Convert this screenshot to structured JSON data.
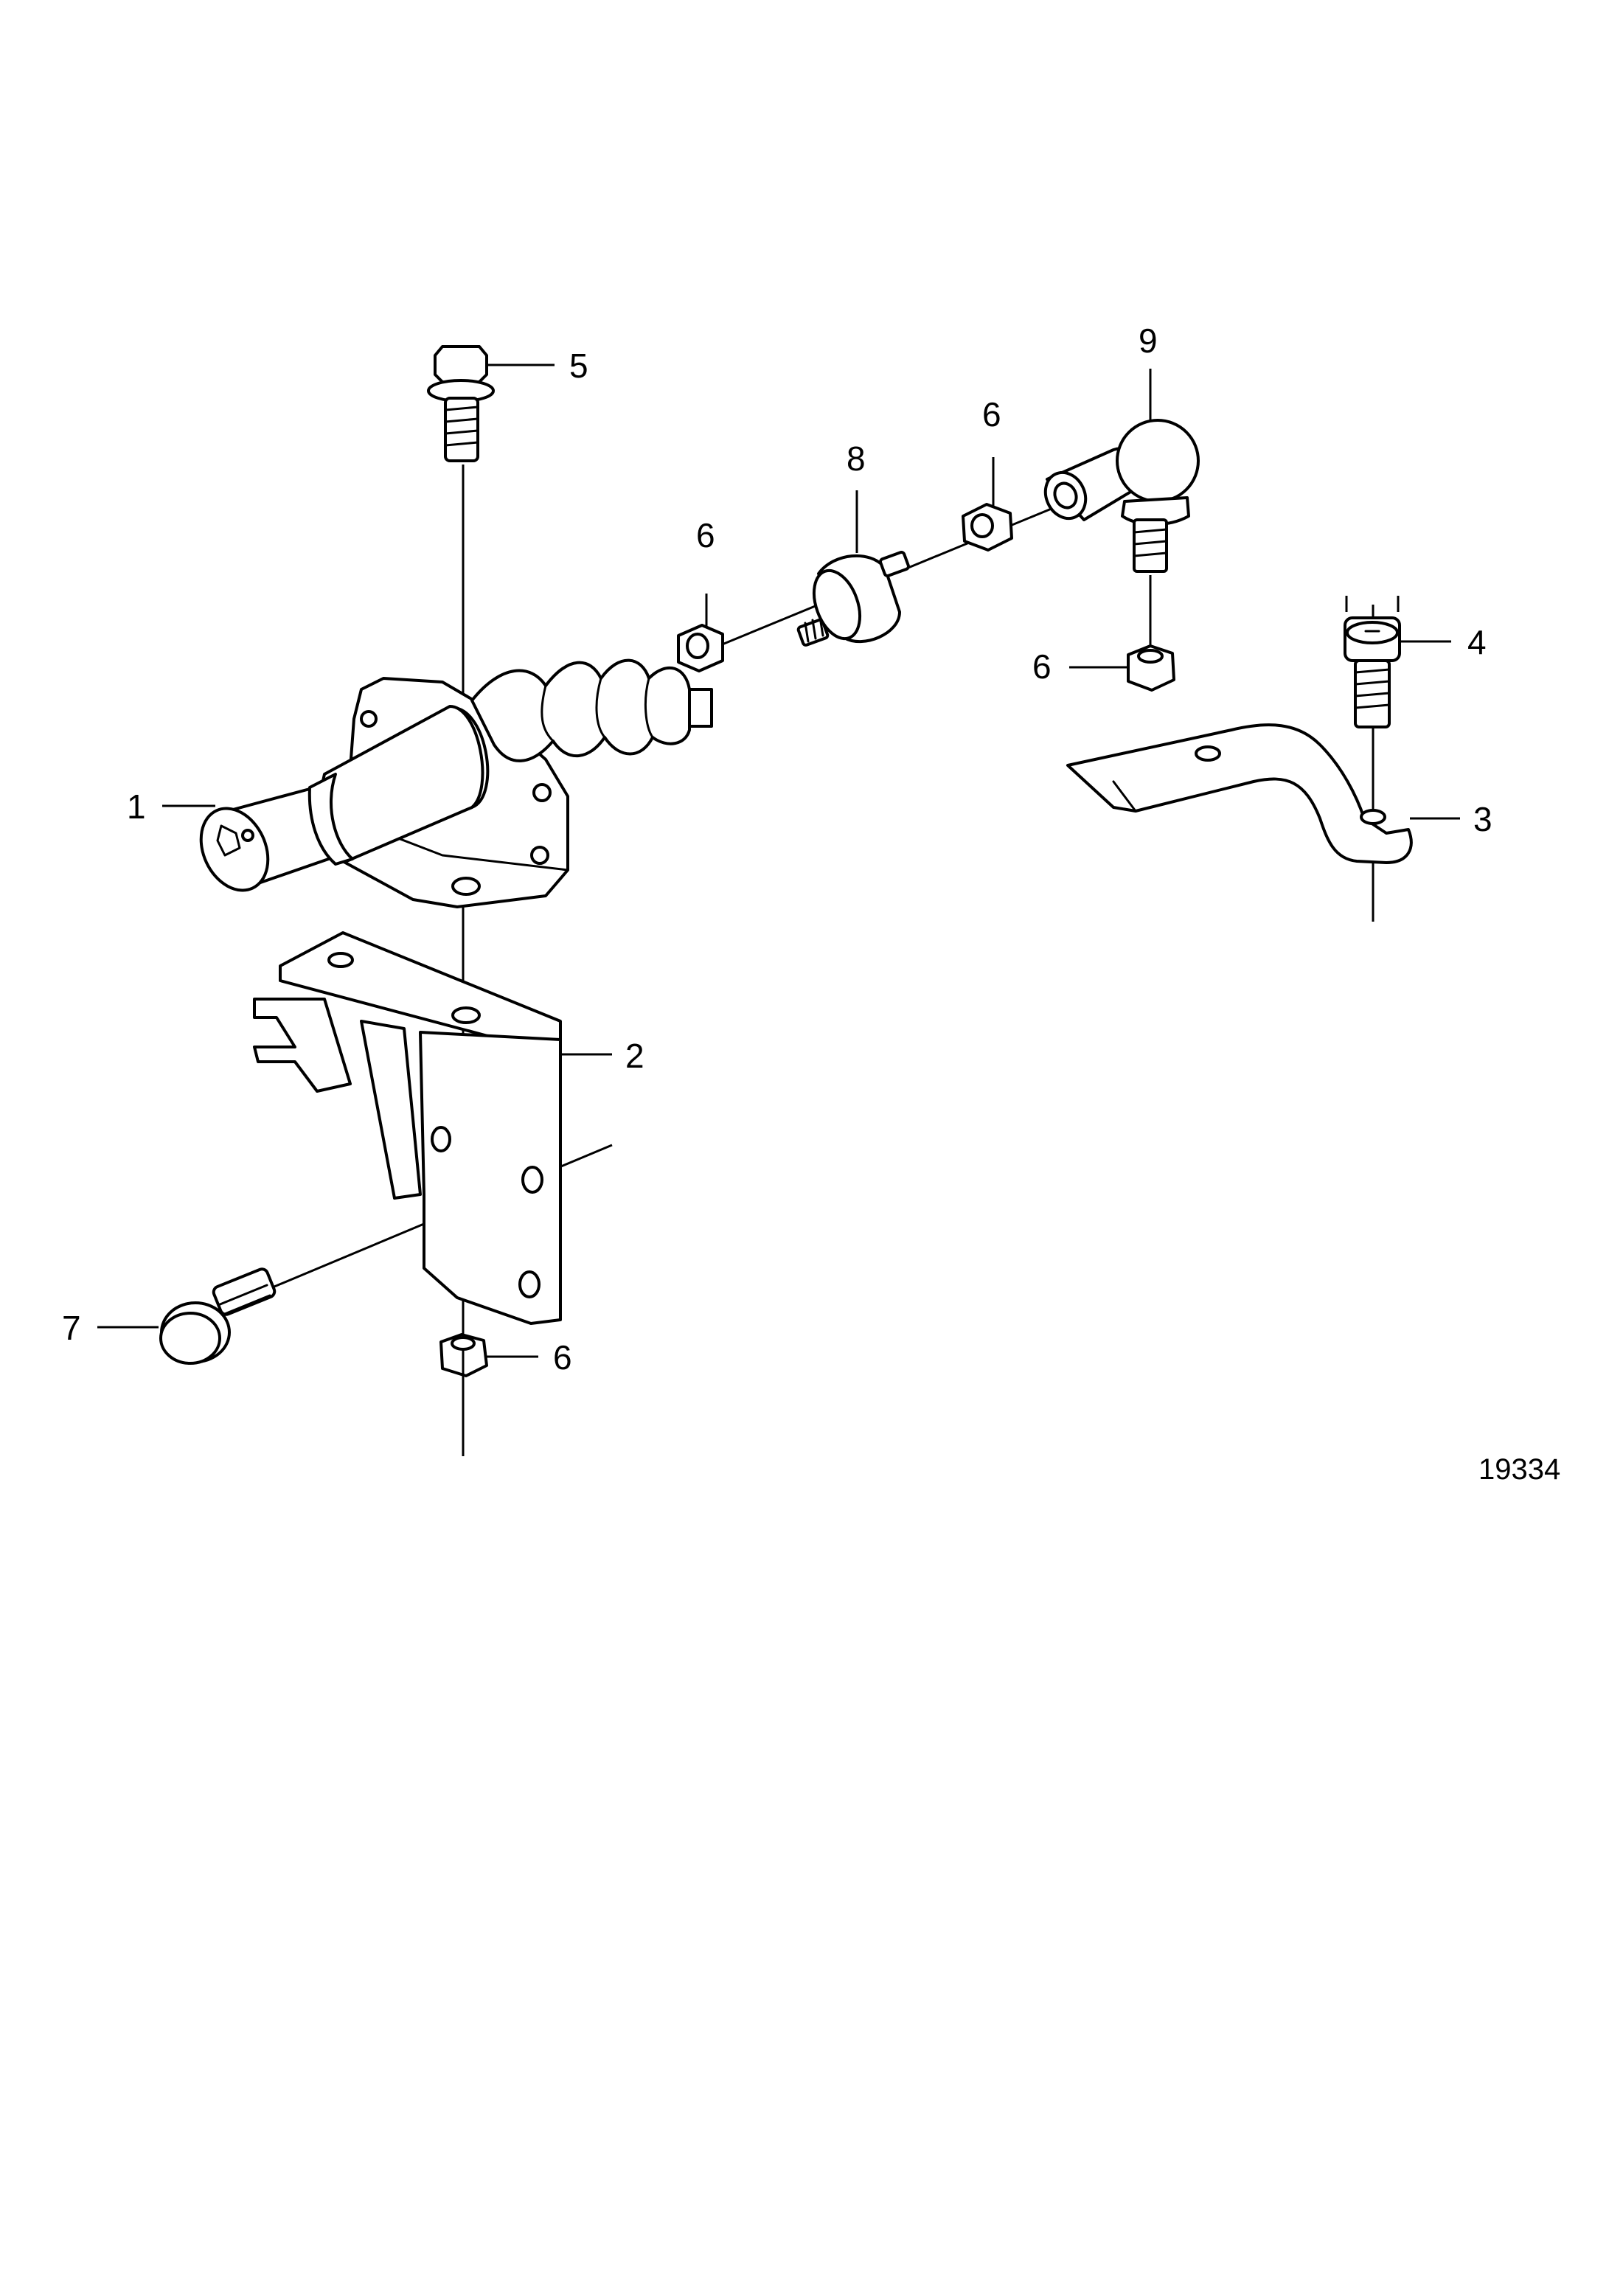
{
  "diagram": {
    "drawing_number": "19334",
    "callouts": [
      {
        "id": "c1",
        "label": "1"
      },
      {
        "id": "c2",
        "label": "2"
      },
      {
        "id": "c3",
        "label": "3"
      },
      {
        "id": "c4",
        "label": "4"
      },
      {
        "id": "c5",
        "label": "5"
      },
      {
        "id": "c6a",
        "label": "6"
      },
      {
        "id": "c6b",
        "label": "6"
      },
      {
        "id": "c6c",
        "label": "6"
      },
      {
        "id": "c6d",
        "label": "6"
      },
      {
        "id": "c7",
        "label": "7"
      },
      {
        "id": "c8",
        "label": "8"
      },
      {
        "id": "c9",
        "label": "9"
      }
    ]
  }
}
